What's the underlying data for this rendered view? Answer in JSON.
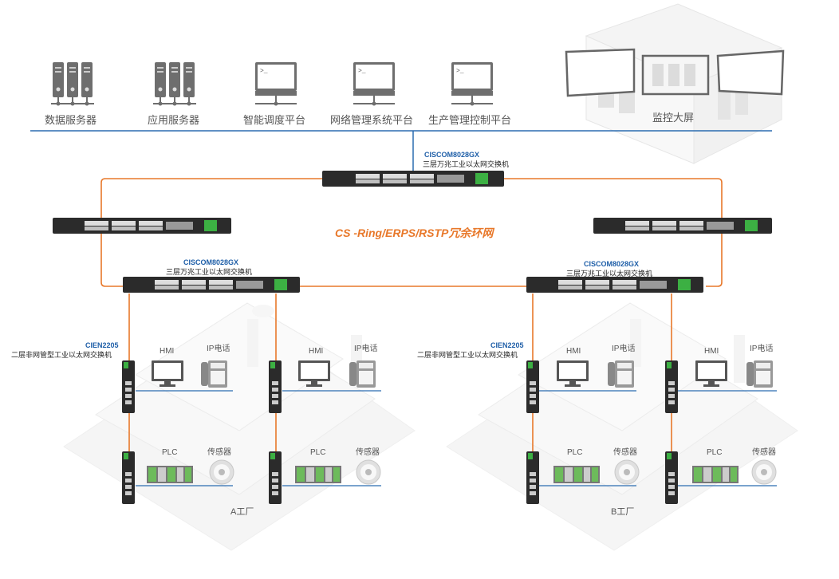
{
  "top_row": {
    "data_server": "数据服务器",
    "app_server": "应用服务器",
    "dispatch": "智能调度平台",
    "network_mgmt": "网络管理系统平台",
    "production": "生产管理控制平台",
    "monitor_wall": "监控大屏"
  },
  "core_switch": {
    "model": "CISCOM8028GX",
    "desc": "三层万兆工业以太网交换机"
  },
  "ring_label": "CS -Ring/ERPS/RSTP冗余环网",
  "access_switch": {
    "model": "CIEN2205",
    "desc": "二层非网管型工业以太网交换机"
  },
  "devices": {
    "hmi": "HMI",
    "ip_phone": "IP电话",
    "plc": "PLC",
    "sensor": "传感器"
  },
  "factories": {
    "a": "A工厂",
    "b": "B工厂"
  },
  "colors": {
    "ring_line": "#e8782a",
    "bus_line": "#2b6cb0",
    "model_text": "#1f5fa8",
    "switch_body": "#2b2b2b"
  }
}
